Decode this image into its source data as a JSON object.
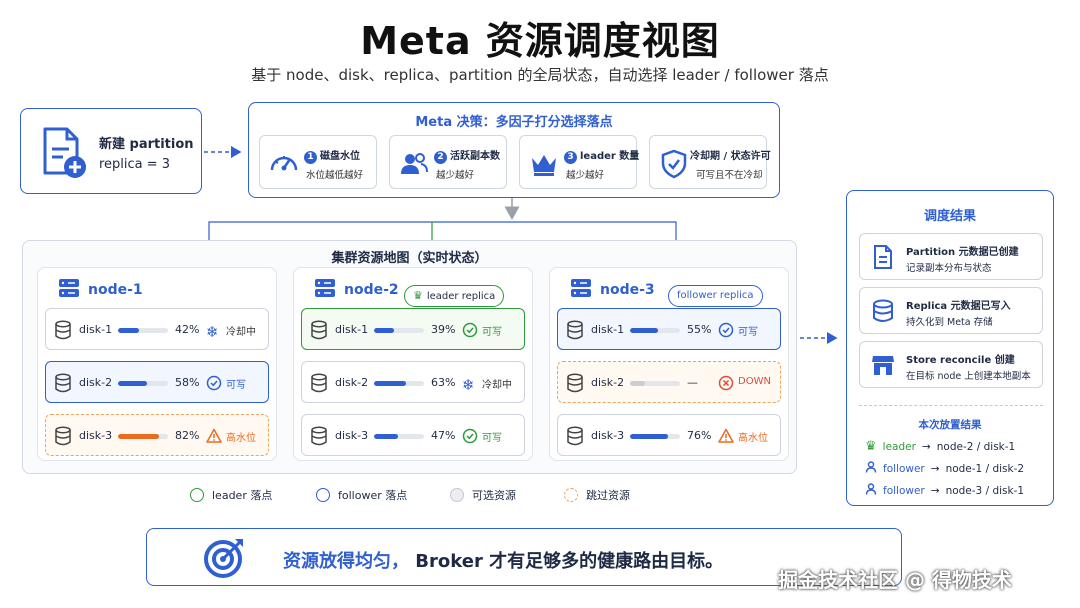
{
  "title": "Meta 资源调度视图",
  "subtitle": "基于 node、disk、replica、partition 的全局状态，自动选择 leader / follower 落点",
  "new_partition": {
    "title": "新建 partition",
    "replica": "replica = 3"
  },
  "decision": {
    "title": "Meta 决策：多因子打分选择落点",
    "factors": [
      {
        "num": "1",
        "title": "磁盘水位",
        "desc": "水位越低越好",
        "icon": "gauge-icon"
      },
      {
        "num": "2",
        "title": "活跃副本数",
        "desc": "越少越好",
        "icon": "users-icon"
      },
      {
        "num": "3",
        "title": "leader 数量",
        "desc": "越少越好",
        "icon": "crown-icon"
      },
      {
        "num": "",
        "title": "冷却期 / 状态许可",
        "desc": "可写且不在冷却",
        "icon": "shield-check-icon"
      }
    ]
  },
  "cluster": {
    "title": "集群资源地图（实时状态）",
    "nodes": [
      {
        "name": "node-1",
        "disks": [
          {
            "name": "disk-1",
            "usage": 42,
            "pct": "42%",
            "status": "冷却中",
            "kind": "normal",
            "sicon": "snowflake-icon",
            "bar": "#2f5fd0"
          },
          {
            "name": "disk-2",
            "usage": 58,
            "pct": "58%",
            "status": "可写",
            "kind": "follower",
            "sicon": "check-circle-icon",
            "bar": "#2f5fd0"
          },
          {
            "name": "disk-3",
            "usage": 82,
            "pct": "82%",
            "status": "高水位",
            "kind": "warn",
            "sicon": "warning-icon",
            "bar": "#ec6a1f"
          }
        ]
      },
      {
        "name": "node-2",
        "disks": [
          {
            "name": "disk-1",
            "usage": 39,
            "pct": "39%",
            "status": "可写",
            "kind": "leader",
            "sicon": "check-circle-icon",
            "bar": "#2f5fd0"
          },
          {
            "name": "disk-2",
            "usage": 63,
            "pct": "63%",
            "status": "冷却中",
            "kind": "normal",
            "sicon": "snowflake-icon",
            "bar": "#2f5fd0"
          },
          {
            "name": "disk-3",
            "usage": 47,
            "pct": "47%",
            "status": "可写",
            "kind": "normal",
            "sicon": "check-circle-icon",
            "bar": "#2f5fd0"
          }
        ]
      },
      {
        "name": "node-3",
        "disks": [
          {
            "name": "disk-1",
            "usage": 55,
            "pct": "55%",
            "status": "可写",
            "kind": "follower",
            "sicon": "check-circle-icon",
            "bar": "#2f5fd0"
          },
          {
            "name": "disk-2",
            "usage": 30,
            "pct": "—",
            "status": "DOWN",
            "kind": "warn",
            "sicon": "x-circle-icon",
            "bar": "#c9cdd4"
          },
          {
            "name": "disk-3",
            "usage": 76,
            "pct": "76%",
            "status": "高水位",
            "kind": "normal",
            "sicon": "warning-icon",
            "bar": "#2f5fd0"
          }
        ]
      }
    ],
    "tags": {
      "leader": "leader replica",
      "follower": "follower replica"
    }
  },
  "legend": [
    {
      "label": "leader 落点",
      "color": "#2e9a3c",
      "fill": "#ffffff",
      "dashed": false
    },
    {
      "label": "follower 落点",
      "color": "#2f5fd0",
      "fill": "#ffffff",
      "dashed": false
    },
    {
      "label": "可选资源",
      "color": "#c4c8cf",
      "fill": "#eceef1",
      "dashed": false
    },
    {
      "label": "跳过资源",
      "color": "#f0a35a",
      "fill": "#ffffff",
      "dashed": true
    }
  ],
  "result": {
    "title": "调度结果",
    "items": [
      {
        "title": "Partition 元数据已创建",
        "desc": "记录副本分布与状态",
        "icon": "document-icon"
      },
      {
        "title": "Replica 元数据已写入",
        "desc": "持久化到 Meta 存储",
        "icon": "database-icon"
      },
      {
        "title": "Store reconcile 创建",
        "desc": "在目标 node 上创建本地副本",
        "icon": "store-icon"
      }
    ],
    "placement_title": "本次放置结果",
    "placements": [
      {
        "role": "leader",
        "target": "node-2 / disk-1",
        "icon": "crown-icon"
      },
      {
        "role": "follower",
        "target": "node-1 / disk-2",
        "icon": "user-icon"
      },
      {
        "role": "follower",
        "target": "node-3 / disk-1",
        "icon": "user-icon"
      }
    ]
  },
  "banner": {
    "highlight": "资源放得均匀，",
    "rest": "Broker 才有足够多的健康路由目标。"
  },
  "watermark": "掘金技术社区 @ 得物技术",
  "colors": {
    "accent": "#2f5fd0",
    "leader": "#2e9a3c",
    "warn": "#ec6a1f",
    "down": "#e04b3c"
  }
}
